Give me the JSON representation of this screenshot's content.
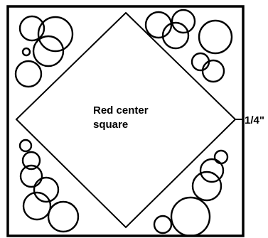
{
  "center_label_line1": "Red center",
  "center_label_line2": "square",
  "measure_label": "1/4\""
}
